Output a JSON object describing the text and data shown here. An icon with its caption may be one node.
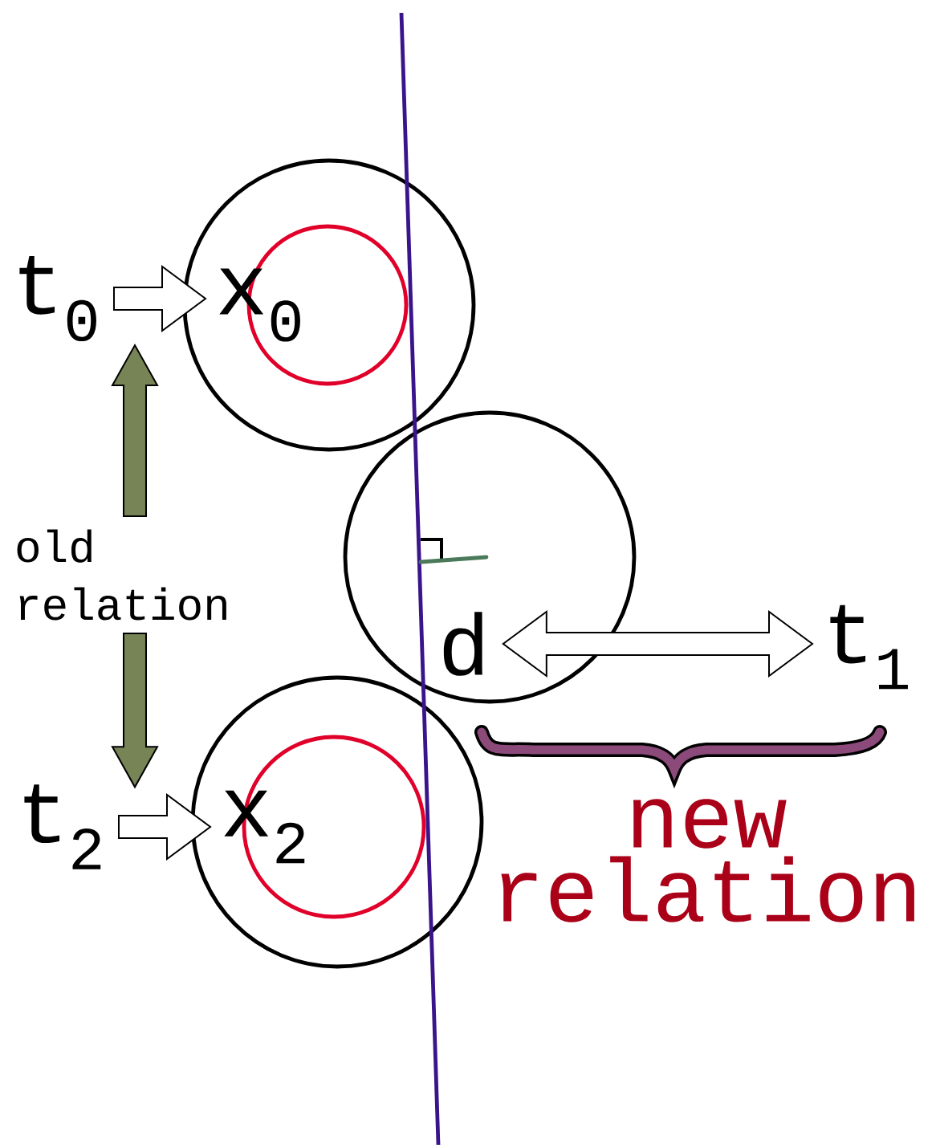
{
  "diagram": {
    "nodes": [
      {
        "text": [
          "t$_{0}$"
        ]
      },
      {
        "text": [
          "x$_{0}$"
        ]
      },
      {
        "text": [
          "old relation"
        ]
      },
      {
        "text": [
          "t$_{2}$"
        ]
      },
      {
        "text": [
          "x$_{2}$"
        ]
      },
      {
        "text": [
          "d"
        ]
      },
      {
        "text": [
          "t$_{1}$"
        ]
      }
    ],
    "edges": [
      {
        "from": 0,
        "to": 1,
        "arrow": "to"
      },
      {
        "from": 2,
        "to": 1,
        "arrow": "to",
        "color": "#778456"
      },
      {
        "from": 2,
        "to": 4,
        "arrow": "to",
        "color": "#778456"
      },
      {
        "from": 3,
        "to": 4,
        "arrow": "to"
      },
      {
        "from": 5,
        "to": 6,
        "arrow": "both"
      }
    ],
    "labels": [
      "new relation"
    ]
  }
}
